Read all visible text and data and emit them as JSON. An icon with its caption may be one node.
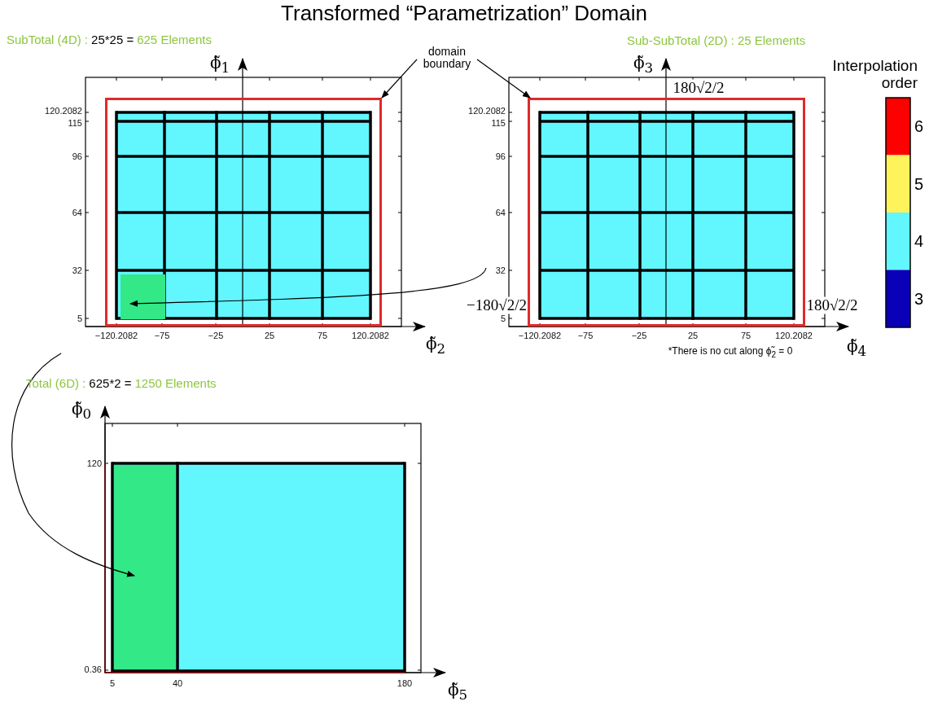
{
  "diagram": {
    "title": "Transformed “Parametrization” Domain",
    "nodes": [
      {
        "text": [
          "domain boundary"
        ]
      },
      {
        "text": [],
        "shape": "box"
      },
      {
        "text": [],
        "shape": "box"
      },
      {
        "text": [],
        "shape": "box",
        "in": 1
      },
      {
        "text": [],
        "shape": "box"
      }
    ],
    "edges": [
      {
        "from": 0,
        "to": 1,
        "arrow": "to"
      },
      {
        "from": 0,
        "to": 2,
        "arrow": "to"
      },
      {
        "from": null,
        "to": 3,
        "arrow": "to"
      },
      {
        "from": null,
        "to": 4,
        "arrow": "to"
      }
    ],
    "labels": [
      "SubTotal (4D) :",
      "25*25 =",
      "625 Elements",
      "Sub-SubTotal (2D) : 25 Elements",
      "ϕ̃$_{1}$",
      "ϕ̃$_{3}$",
      "Interpolation order",
      "180√2/2",
      "120.2082",
      "115",
      "96",
      "64",
      "32",
      "5",
      "120.2082",
      "115",
      "96",
      "64",
      "32",
      "5",
      "−180√2/2",
      "180√2/2",
      "−120.2082",
      "−75",
      "−25",
      "25",
      "75",
      "120.2082",
      "−120.2082",
      "−75",
      "−25",
      "25",
      "75",
      "120.2082",
      "ϕ̃$_{2}$",
      "ϕ̃$_{4}$",
      "*There is no cut along ϕ̃$_{2}$ = 0",
      "Total (6D) :",
      "625*2 =",
      "1250 Elements",
      "ϕ̃$_{0}$",
      "120",
      "0.36",
      "5",
      "40",
      "180",
      "ϕ̃$_{5}$"
    ],
    "legend": [
      {
        "text": "6",
        "color": "#ff0000"
      },
      {
        "text": "5",
        "color": "#fff35c"
      },
      {
        "text": "4",
        "color": "#62f6ff"
      },
      {
        "text": "3",
        "color": "#0a00b8"
      }
    ]
  }
}
